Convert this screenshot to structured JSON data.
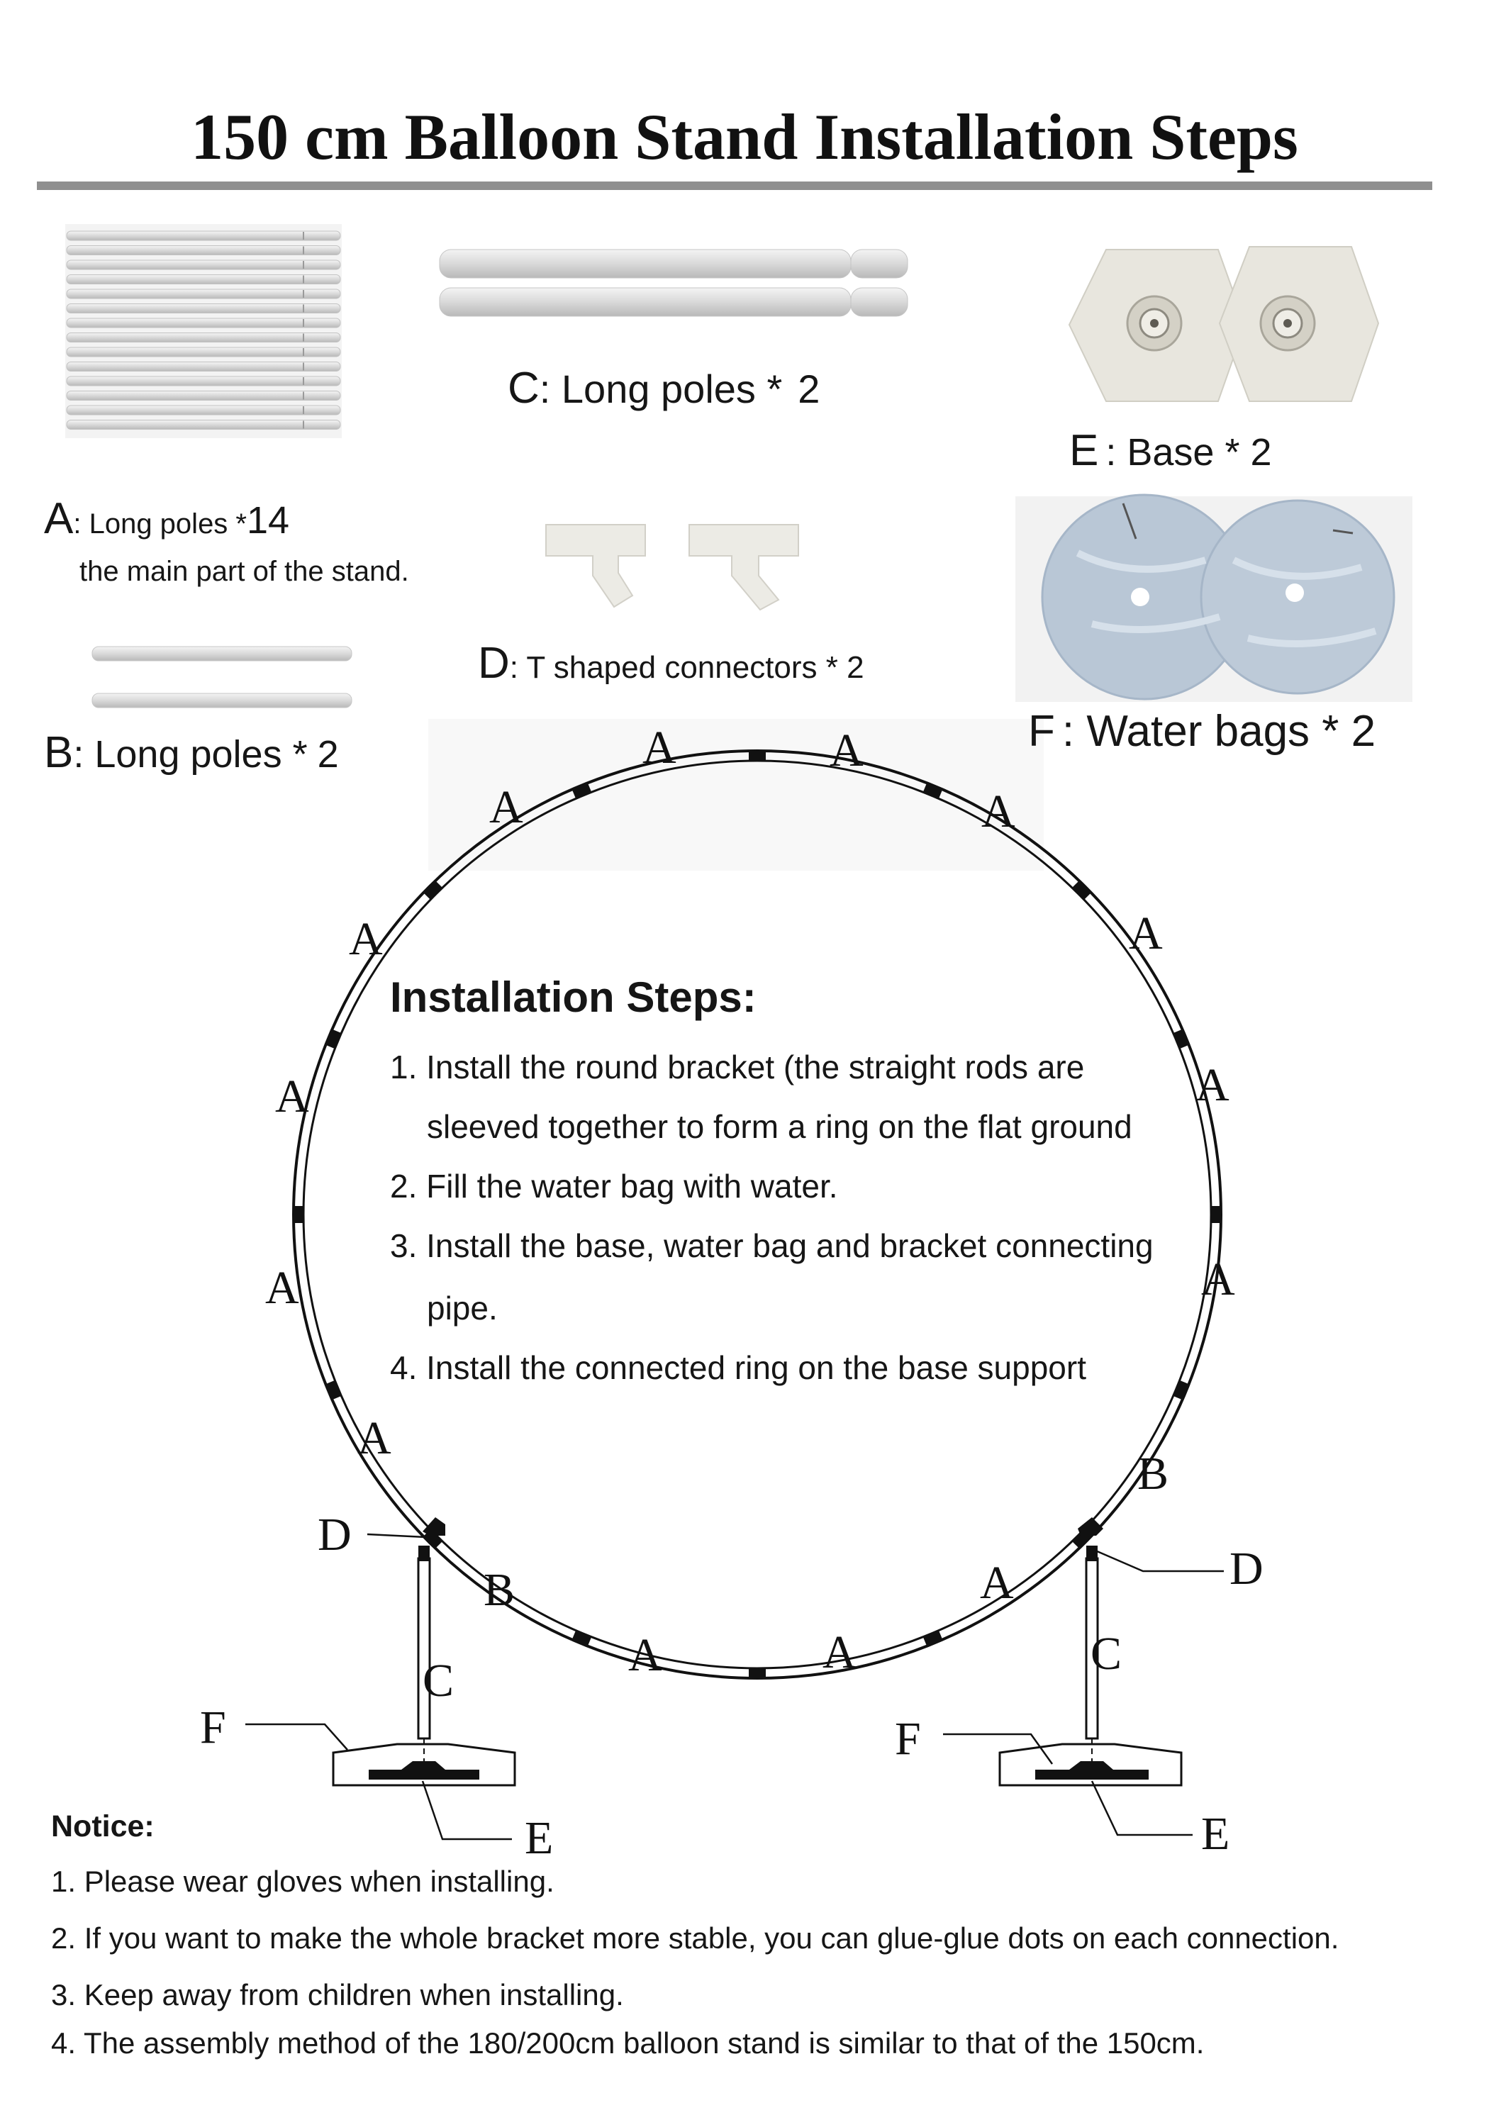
{
  "title": "150 cm Balloon Stand Installation Steps",
  "parts": {
    "a": {
      "letter": "A",
      "text": ": Long poles *",
      "qty": "14",
      "desc": "the main part of the stand."
    },
    "b": {
      "letter": "B",
      "text": ": Long poles *",
      "qty": "2"
    },
    "c": {
      "letter": "C",
      "text": ": Long poles *",
      "qty": "2"
    },
    "d": {
      "letter": "D",
      "text": ": T shaped connectors * 2"
    },
    "e": {
      "letter": "E",
      "text": ": Base * 2"
    },
    "f": {
      "letter": "F",
      "text": ": Water bags * 2"
    }
  },
  "diagram_labels": {
    "a": "A",
    "b": "B",
    "c": "C",
    "d": "D",
    "e": "E",
    "f": "F"
  },
  "steps": {
    "title": "Installation Steps:",
    "lines": [
      "1. Install the round bracket (the straight rods are",
      "sleeved together to form a ring on the flat ground",
      "2. Fill the water bag with water.",
      "3. Install the base, water bag and bracket connecting",
      "pipe.",
      "4. Install the connected ring on the base support"
    ]
  },
  "notice": {
    "title": "Notice:",
    "items": [
      "1. Please wear gloves when installing.",
      "2. If you want to make the whole bracket more stable, you can glue-glue dots on each connection.",
      "3. Keep away from children when installing.",
      "4. The assembly method of the 180/200cm balloon stand is similar to that of the 150cm."
    ]
  },
  "colors": {
    "text": "#161616",
    "rule": "#8f8f8f",
    "pole": "#dcdcdc",
    "base": "#ebeae6",
    "water_bag": "#b9c7d6"
  }
}
